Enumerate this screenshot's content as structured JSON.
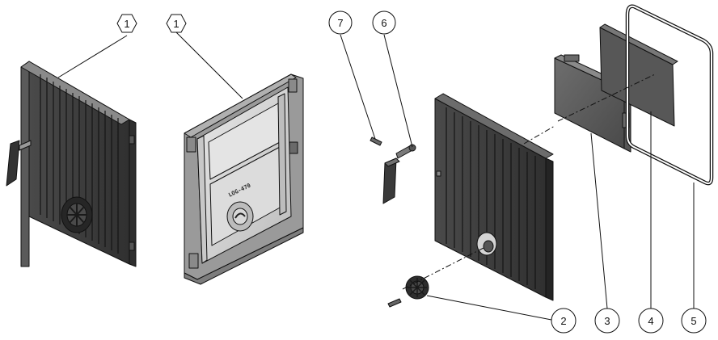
{
  "callouts": {
    "c1a": "1",
    "c1b": "1",
    "c7": "7",
    "c6": "6",
    "c2": "2",
    "c3": "3",
    "c4": "4",
    "c5": "5"
  },
  "engraving": "LOG-470",
  "colors": {
    "dark_part": "#3c3c3c",
    "mid_part": "#7a7a7a",
    "light_part": "#d9d9d9",
    "line": "#111111"
  }
}
